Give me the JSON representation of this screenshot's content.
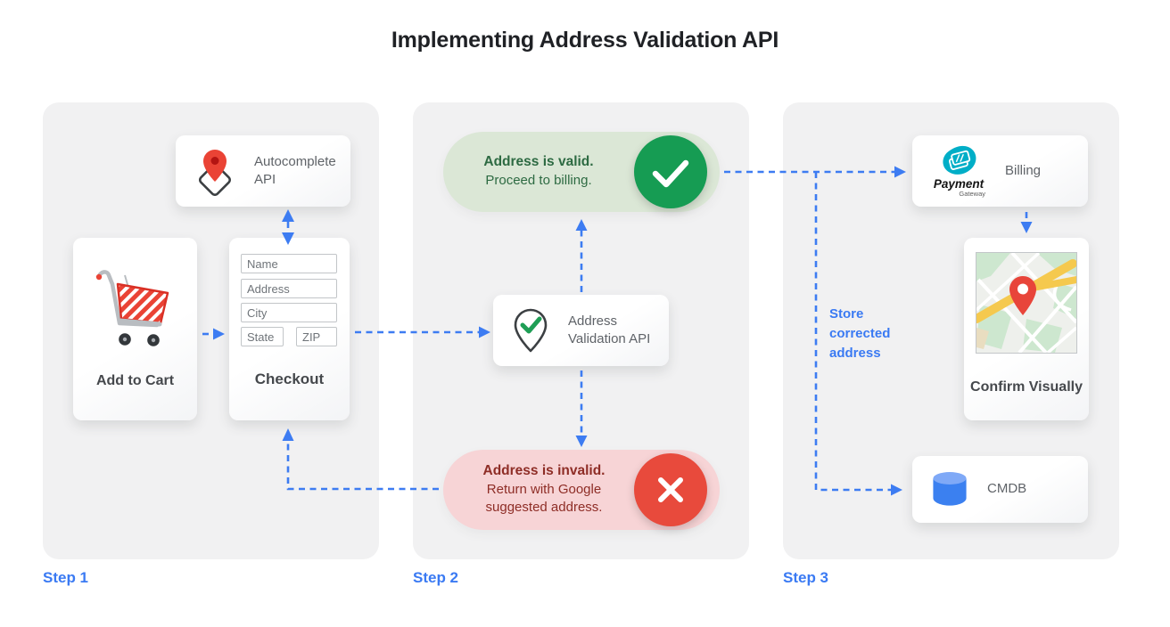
{
  "title": "Implementing Address Validation API",
  "colors": {
    "arrow_blue": "#3d7cf2",
    "valid_green": "#169c53",
    "invalid_red": "#e84a3c",
    "panel_gray": "#f1f1f2"
  },
  "steps": {
    "step1": {
      "label": "Step 1",
      "autocomplete_card": {
        "label": "Autocomplete API"
      },
      "add_to_cart_card": {
        "label": "Add to Cart"
      },
      "checkout_card": {
        "label": "Checkout",
        "fields": [
          "Name",
          "Address",
          "City",
          "State",
          "ZIP"
        ]
      }
    },
    "step2": {
      "label": "Step 2",
      "valid_pill": {
        "title": "Address is valid.",
        "subtitle": "Proceed to billing."
      },
      "validation_card": {
        "label": "Address Validation API"
      },
      "invalid_pill": {
        "title": "Address is invalid.",
        "subtitle": "Return with Google suggested address."
      }
    },
    "step3": {
      "label": "Step 3",
      "billing_card": {
        "label": "Billing",
        "logo_title": "Payment",
        "logo_subtitle": "Gateway"
      },
      "confirm_card": {
        "label": "Confirm Visually"
      },
      "cmdb_card": {
        "label": "CMDB"
      },
      "store_note": "Store corrected address"
    }
  }
}
